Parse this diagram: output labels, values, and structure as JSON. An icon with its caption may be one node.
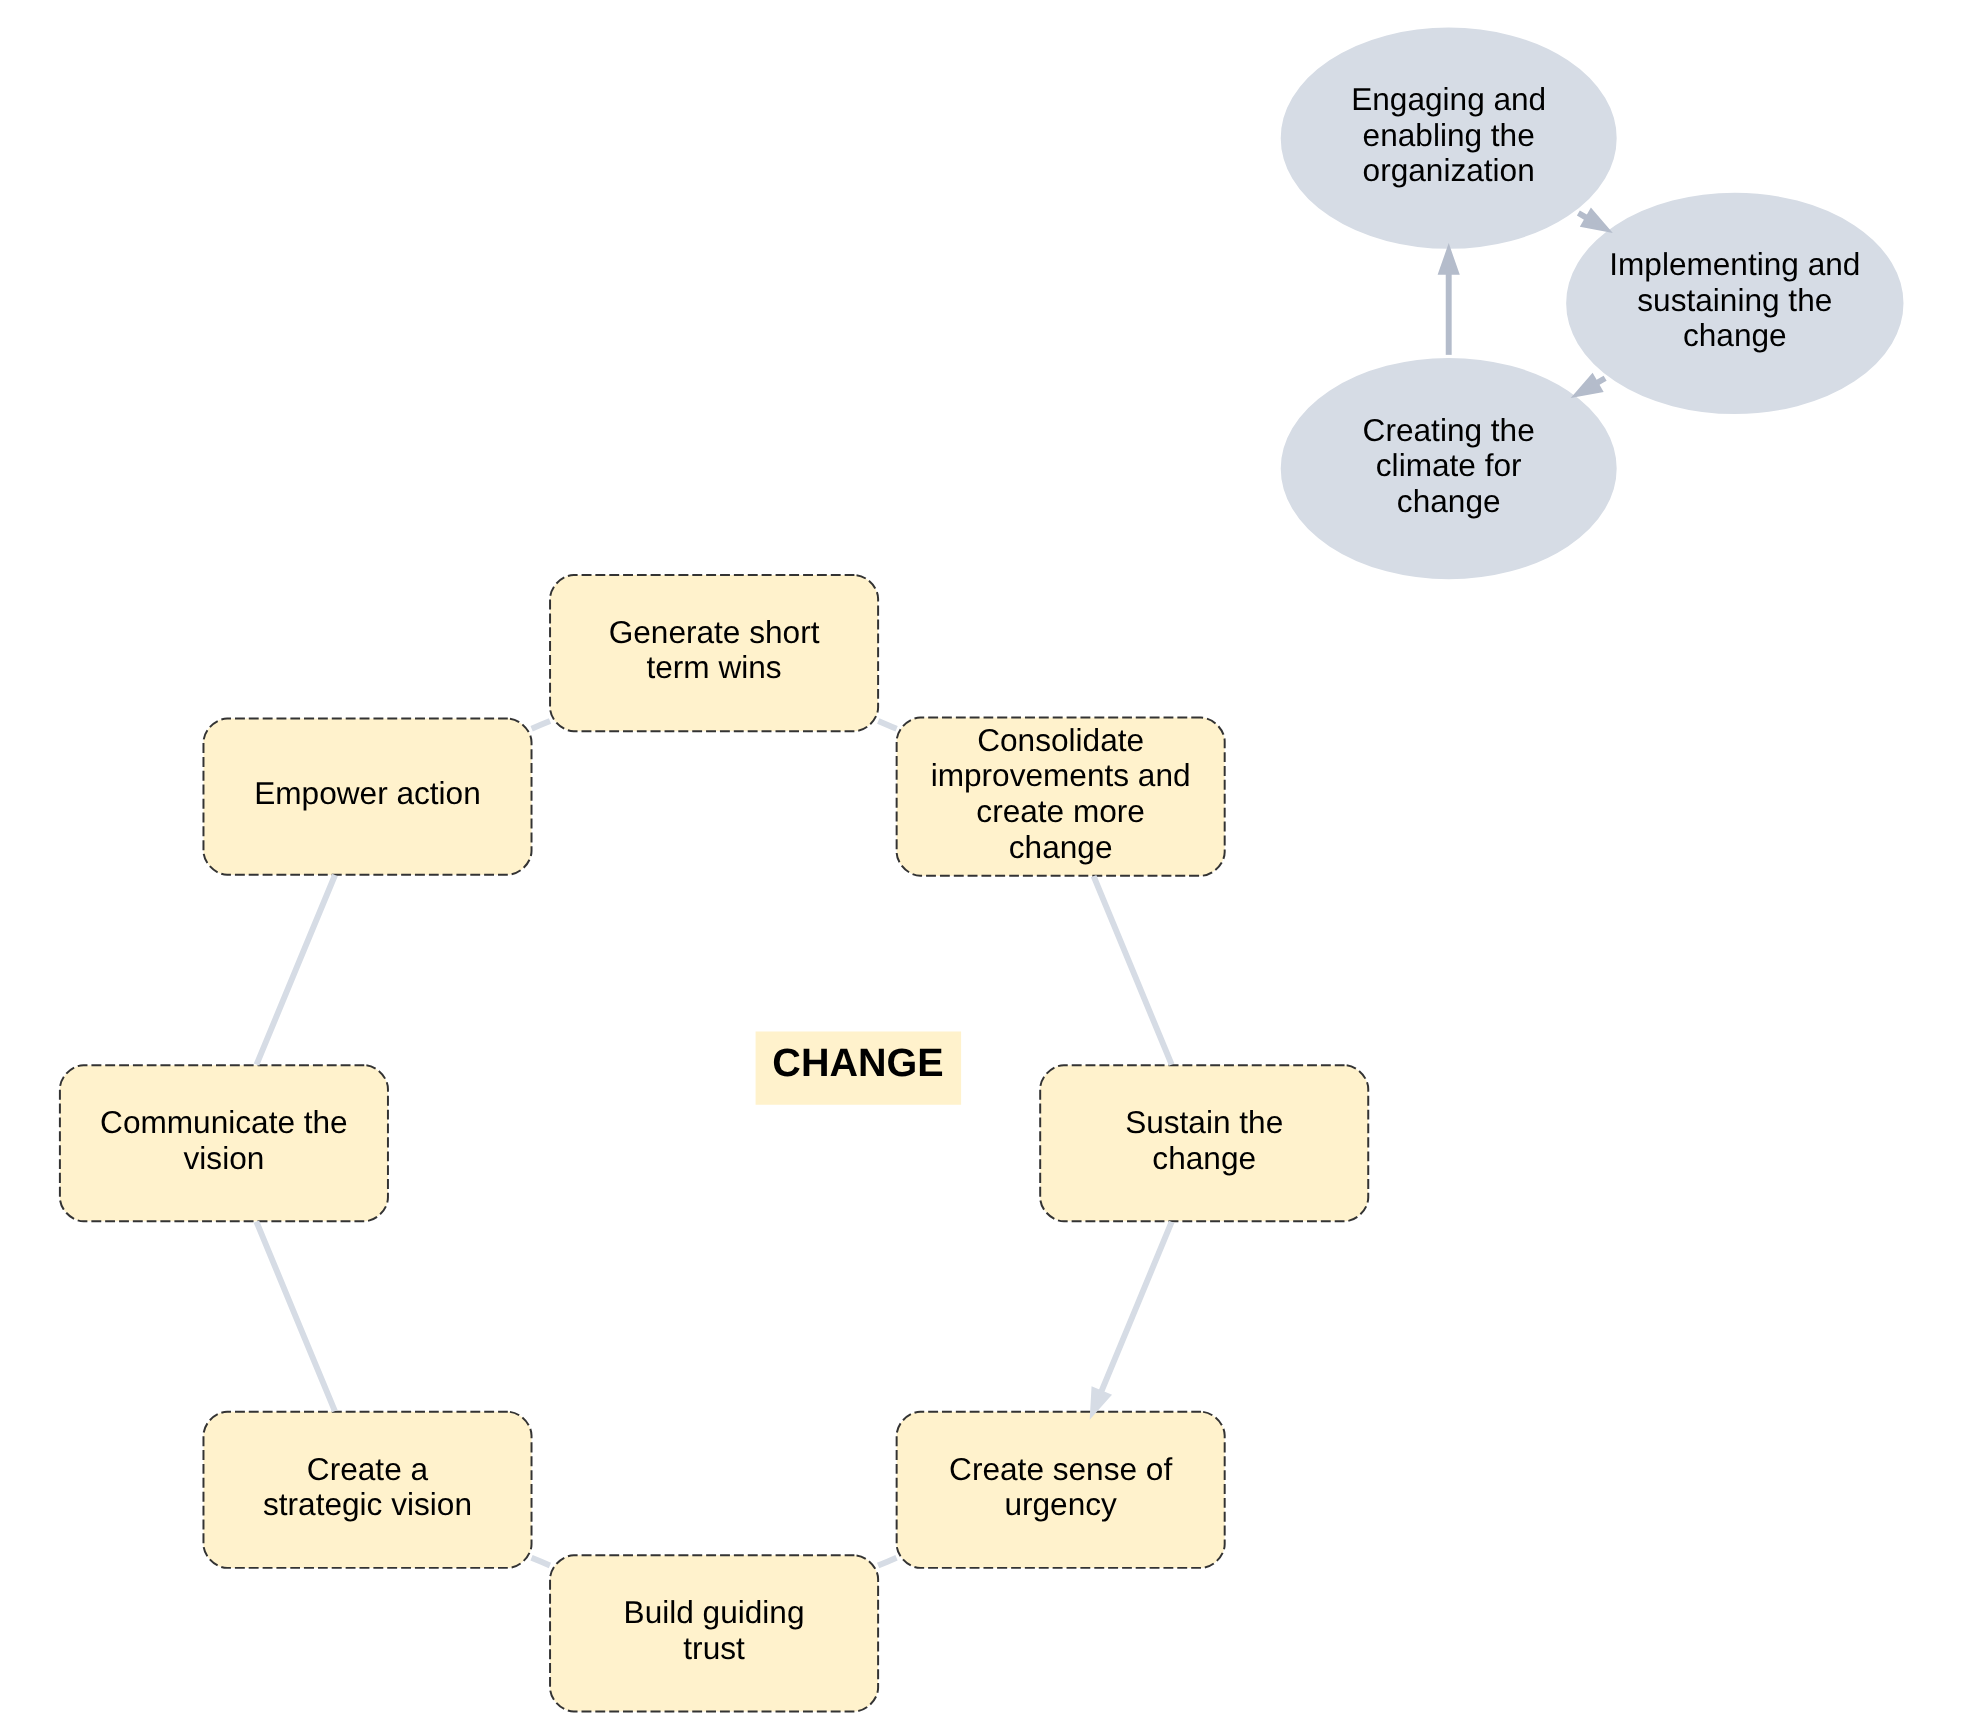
{
  "diagram": {
    "nodes": [
      {
        "text": [
          "Create sense of urgency"
        ]
      },
      {
        "text": [
          "Build guiding trust"
        ]
      },
      {
        "text": [
          "Create a strategic vision"
        ]
      },
      {
        "text": [
          "Communicate the vision"
        ]
      },
      {
        "text": [
          "Empower action"
        ]
      },
      {
        "text": [
          "Generate short term wins"
        ]
      },
      {
        "text": [
          "Consolidate improvements and create more change"
        ]
      },
      {
        "text": [
          "Sustain the change"
        ]
      },
      {
        "text": [
          "Creating the climate for change"
        ]
      },
      {
        "text": [
          "Engaging and enabling the organization"
        ]
      },
      {
        "text": [
          "Implementing and sustaining the change"
        ]
      },
      {
        "text": [
          "CHANGE"
        ]
      }
    ],
    "edges": [
      {
        "from": 0,
        "to": 1,
        "arrow": "none"
      },
      {
        "from": 1,
        "to": 2,
        "arrow": "none"
      },
      {
        "from": 2,
        "to": 3,
        "arrow": "none"
      },
      {
        "from": 3,
        "to": 4,
        "arrow": "none"
      },
      {
        "from": 4,
        "to": 5,
        "arrow": "none"
      },
      {
        "from": 5,
        "to": 6,
        "arrow": "none"
      },
      {
        "from": 6,
        "to": 7,
        "arrow": "none"
      },
      {
        "from": 7,
        "to": 0,
        "arrow": "to"
      },
      {
        "from": 8,
        "to": 9,
        "arrow": "to",
        "color": "#b4bccb"
      },
      {
        "from": 9,
        "to": 10,
        "arrow": "to",
        "color": "#b4bccb"
      },
      {
        "from": 10,
        "to": 8,
        "arrow": "to",
        "color": "#b4bccb"
      }
    ]
  }
}
